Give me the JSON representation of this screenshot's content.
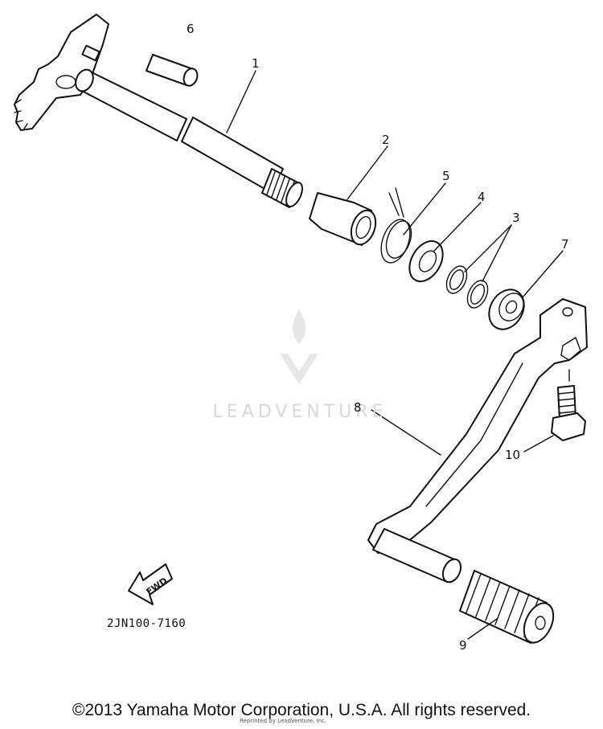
{
  "callouts": [
    {
      "id": "1",
      "label": "1"
    },
    {
      "id": "2",
      "label": "2"
    },
    {
      "id": "3",
      "label": "3"
    },
    {
      "id": "4",
      "label": "4"
    },
    {
      "id": "5",
      "label": "5"
    },
    {
      "id": "6",
      "label": "6"
    },
    {
      "id": "7",
      "label": "7"
    },
    {
      "id": "8",
      "label": "8"
    },
    {
      "id": "9",
      "label": "9"
    },
    {
      "id": "10",
      "label": "10"
    }
  ],
  "fwd_label": "FWD",
  "diagram_code": "2JN100-7160",
  "watermark": "LEADVENTURE",
  "subnote": "Reprinted by LeadVenture, Inc.",
  "copyright": "©2013 Yamaha Motor Corporation, U.S.A. All rights reserved."
}
